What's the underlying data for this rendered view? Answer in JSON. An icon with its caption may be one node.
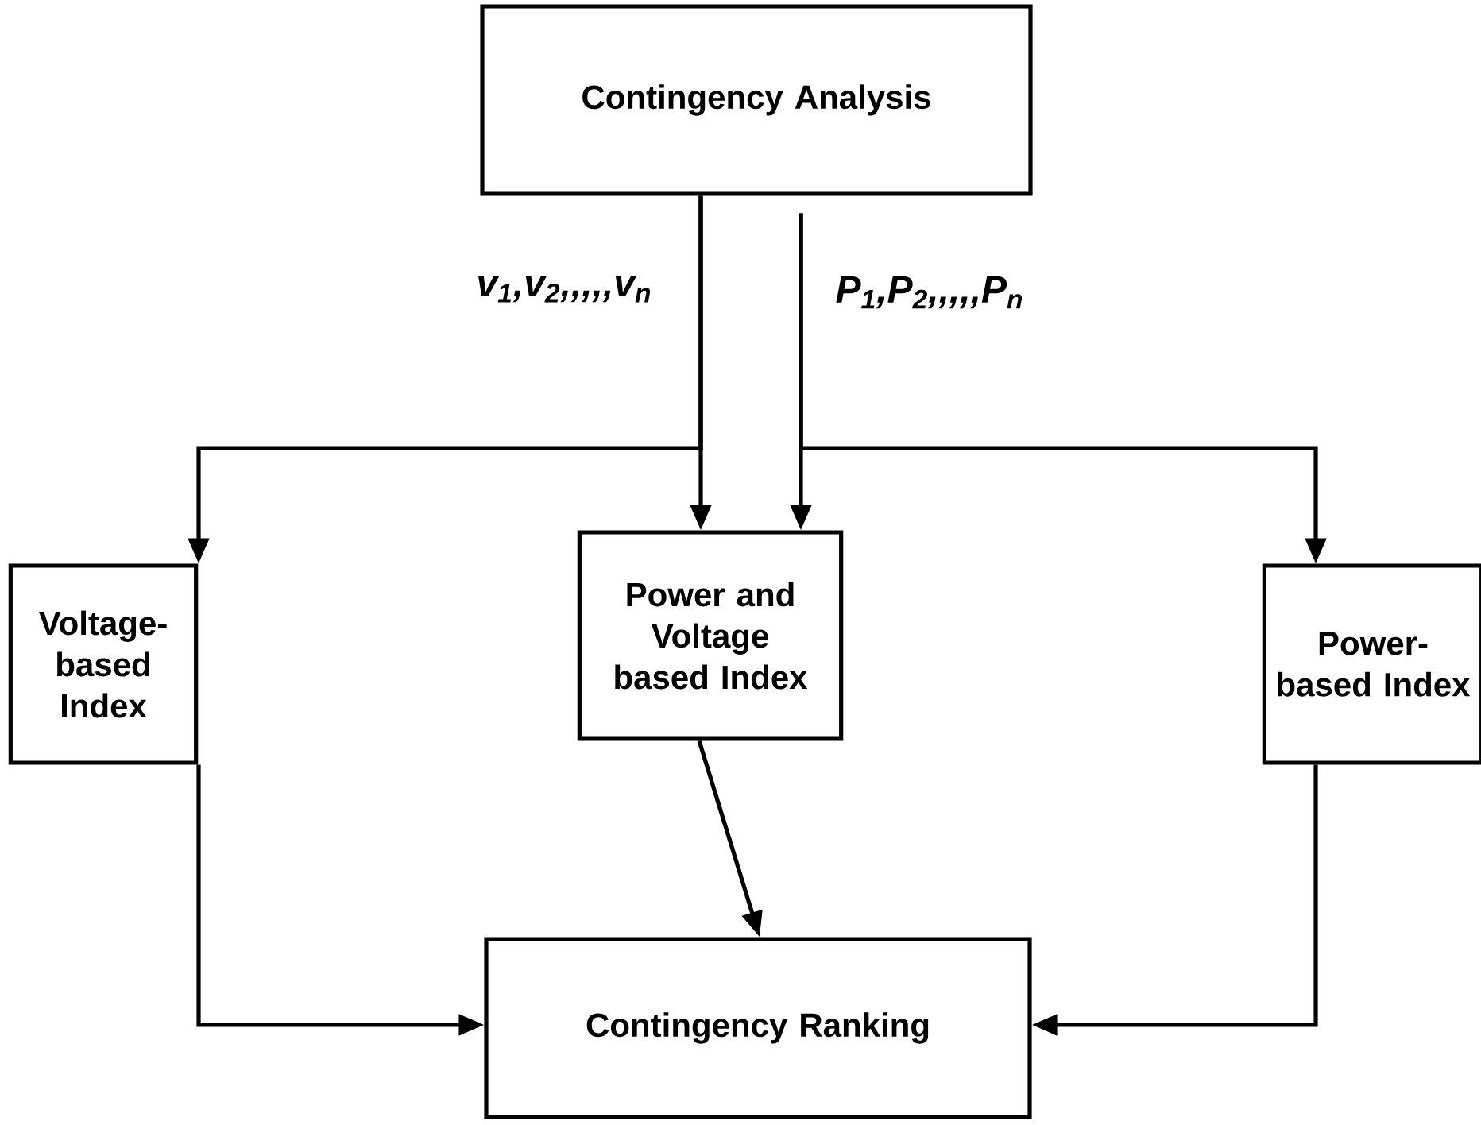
{
  "diagram": {
    "nodes": [
      {
        "text": [
          "Contingency Analysis"
        ]
      },
      {
        "text": [
          "Voltage-based Index"
        ]
      },
      {
        "text": [
          "Power and Voltage based Index"
        ]
      },
      {
        "text": [
          "Power-based Index"
        ]
      },
      {
        "text": [
          "Contingency Ranking"
        ]
      }
    ],
    "edges": [
      {
        "from": 0,
        "to": 1,
        "arrow": "to"
      },
      {
        "from": 0,
        "to": 2,
        "arrow": "to",
        "label": "v$_{1}$,v$_{2}$,,,,,v$_{n}$"
      },
      {
        "from": 0,
        "to": 2,
        "arrow": "to",
        "label": "P$_{1}$,P$_{2}$,,,,,P$_{n}$"
      },
      {
        "from": 0,
        "to": 3,
        "arrow": "to"
      },
      {
        "from": 1,
        "to": 4,
        "arrow": "to"
      },
      {
        "from": 2,
        "to": 4,
        "arrow": "to"
      },
      {
        "from": 3,
        "to": 4,
        "arrow": "to"
      }
    ]
  }
}
